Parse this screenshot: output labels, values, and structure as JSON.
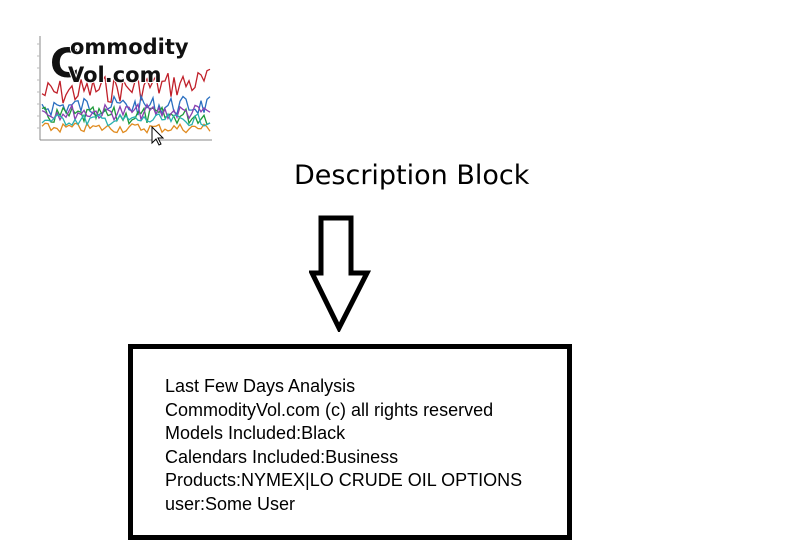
{
  "logo": {
    "line1": "Commodity",
    "line2": "Vol.com"
  },
  "heading": "Description Block",
  "description": {
    "lines": [
      "Last Few Days Analysis",
      "CommodityVol.com (c) all rights reserved",
      "Models Included:Black",
      "Calendars Included:Business",
      "Products:NYMEX|LO CRUDE OIL OPTIONS",
      "user:Some User"
    ]
  },
  "colors": {
    "series": [
      "#c0202a",
      "#2a6fc0",
      "#1e9a3a",
      "#8a3fb0",
      "#e08a1e",
      "#2ab0b0"
    ],
    "border": "#000000"
  }
}
